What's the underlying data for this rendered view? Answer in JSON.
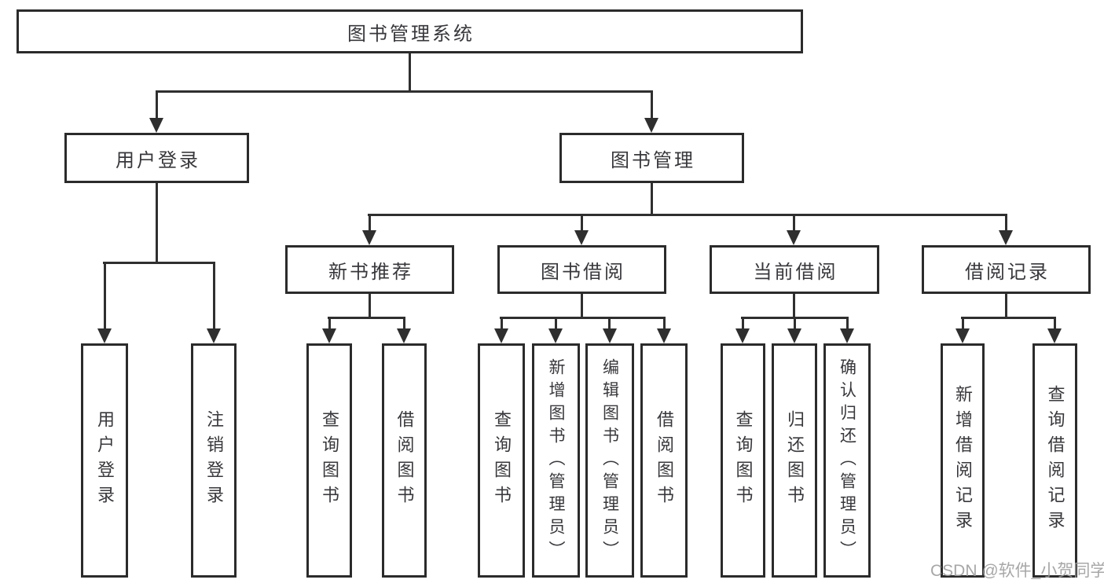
{
  "page": {
    "background": "#ffffff"
  },
  "diagram": {
    "root": {
      "label": "图书管理系统"
    },
    "branches": [
      {
        "label": "用户登录",
        "children": [
          {
            "label": "用户登录"
          },
          {
            "label": "注销登录"
          }
        ]
      },
      {
        "label": "图书管理",
        "children": [
          {
            "label": "新书推荐",
            "children": [
              {
                "label": "查询图书"
              },
              {
                "label": "借阅图书"
              }
            ]
          },
          {
            "label": "图书借阅",
            "children": [
              {
                "label": "查询图书"
              },
              {
                "label": "新增图书（管理员）"
              },
              {
                "label": "编辑图书（管理员）"
              },
              {
                "label": "借阅图书"
              }
            ]
          },
          {
            "label": "当前借阅",
            "children": [
              {
                "label": "查询图书"
              },
              {
                "label": "归还图书"
              },
              {
                "label": "确认归还（管理员）"
              }
            ]
          },
          {
            "label": "借阅记录",
            "children": [
              {
                "label": "新增借阅记录"
              },
              {
                "label": "查询借阅记录"
              }
            ]
          }
        ]
      }
    ]
  },
  "watermark": {
    "text": "CSDN @软件_小贺同学",
    "color": "#9b9b9b"
  },
  "colors": {
    "line": "#2f2f2f",
    "box_border": "#2b2b2b",
    "text": "#38383c",
    "background": "#ffffff"
  }
}
